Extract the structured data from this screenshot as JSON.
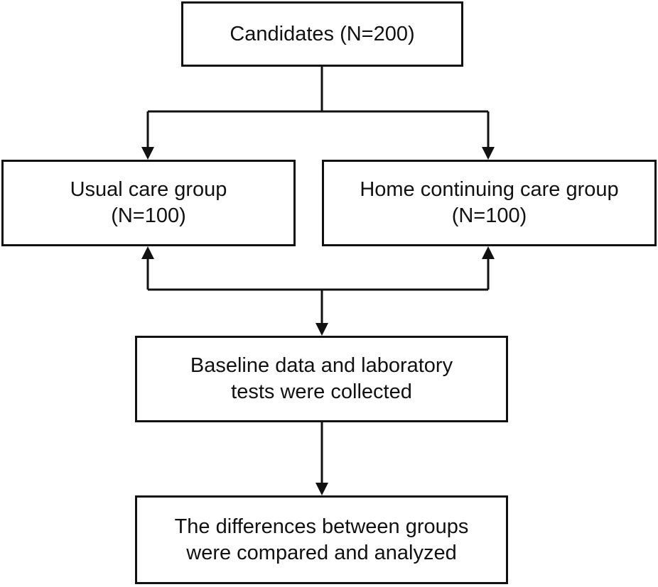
{
  "diagram": {
    "candidates": {
      "line1": "Candidates (N=200)"
    },
    "usual_care": {
      "line1": "Usual care group",
      "line2": "(N=100)"
    },
    "home_care": {
      "line1": "Home continuing care group",
      "line2": "(N=100)"
    },
    "baseline": {
      "line1": "Baseline data and laboratory",
      "line2": "tests were collected"
    },
    "differences": {
      "line1": "The differences between groups",
      "line2": "were compared and analyzed"
    }
  },
  "colors": {
    "stroke": "#111111",
    "background": "#ffffff"
  }
}
